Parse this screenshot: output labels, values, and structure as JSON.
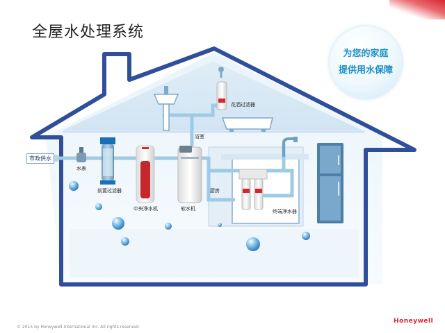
{
  "page": {
    "title": "全屋水处理系统",
    "slogan_line1": "为您的家庭",
    "slogan_line2": "提供用水保障",
    "copyright": "© 2015 by Honeywell International Inc. All rights reserved.",
    "brand": "Honeywell"
  },
  "labels": {
    "municipal_water": "市政供水",
    "water_meter": "水表",
    "pre_filter": "前置过滤器",
    "central_purifier": "中央净水机",
    "softener": "软水机",
    "bathroom": "浴室",
    "shower_filter": "花洒过滤器",
    "kitchen": "厨房",
    "terminal_purifier": "终端净水器"
  },
  "colors": {
    "house_outline": "#2f4f9a",
    "pipe": "#9ecbe4",
    "accent_red": "#d8262e",
    "slogan_blue": "#1d8fc9"
  },
  "icons": [
    "water-meter-icon",
    "pre-filter-icon",
    "central-purifier-icon",
    "softener-icon",
    "sink-icon",
    "shower-filter-icon",
    "bathtub-icon",
    "faucet-icon",
    "terminal-purifier-icon",
    "refrigerator-icon",
    "water-bubble-icon"
  ]
}
